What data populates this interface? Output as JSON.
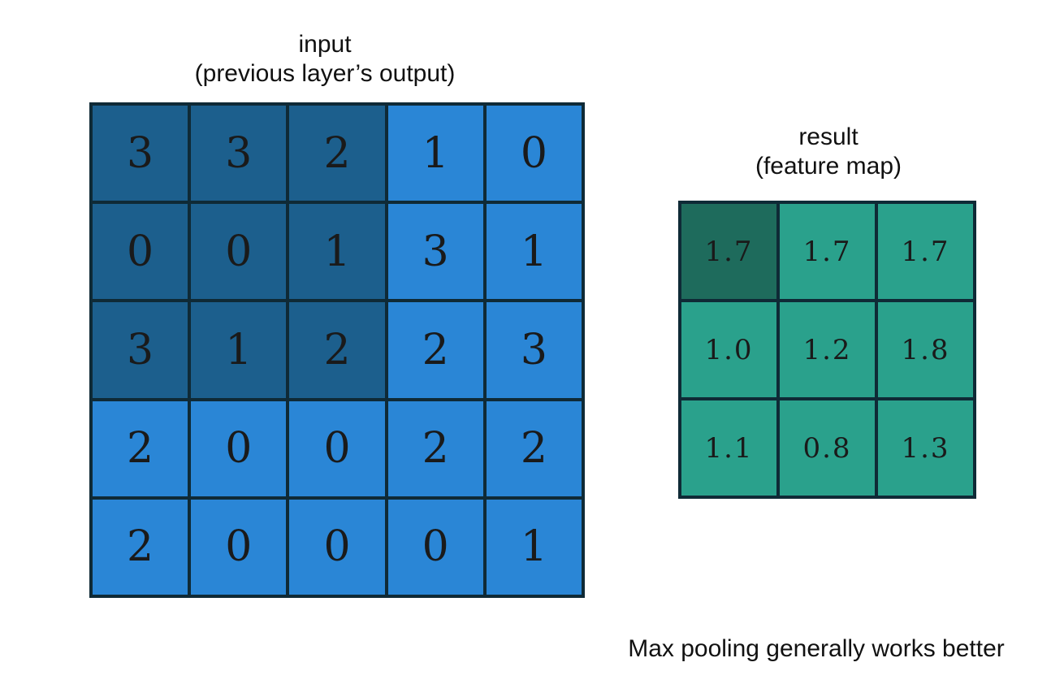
{
  "input": {
    "title_line1": "input",
    "title_line2": "(previous layer’s output)",
    "rows": [
      [
        "3",
        "3",
        "2",
        "1",
        "0"
      ],
      [
        "0",
        "0",
        "1",
        "3",
        "1"
      ],
      [
        "3",
        "1",
        "2",
        "2",
        "3"
      ],
      [
        "2",
        "0",
        "0",
        "2",
        "2"
      ],
      [
        "2",
        "0",
        "0",
        "0",
        "1"
      ]
    ],
    "highlighted_region": "top-left 3x3",
    "colors": {
      "cell": "#2a86d6",
      "highlight": "#1c5f8d",
      "border": "#0f2a36"
    }
  },
  "result": {
    "title_line1": "result",
    "title_line2": "(feature map)",
    "rows": [
      [
        "1.7",
        "1.7",
        "1.7"
      ],
      [
        "1.0",
        "1.2",
        "1.8"
      ],
      [
        "1.1",
        "0.8",
        "1.3"
      ]
    ],
    "highlighted_cell": "top-left",
    "colors": {
      "cell": "#2aa18c",
      "highlight": "#1e6b5c",
      "border": "#0f2a36"
    }
  },
  "footer": {
    "text": "Max pooling generally works better"
  }
}
